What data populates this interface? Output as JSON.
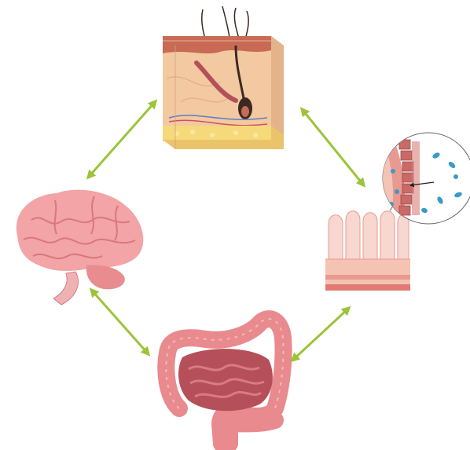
{
  "diagram": {
    "organs": [
      {
        "id": "skin",
        "icon": "skin-cross-section-icon"
      },
      {
        "id": "intestinal-mucosa",
        "icon": "intestinal-villi-icon"
      },
      {
        "id": "microbiota-inset",
        "icon": "bacteria-magnifier-icon"
      },
      {
        "id": "gut",
        "icon": "intestine-icon"
      },
      {
        "id": "brain",
        "icon": "brain-icon"
      }
    ],
    "connections": [
      {
        "from": "skin",
        "to": "intestinal-mucosa",
        "type": "bidirectional"
      },
      {
        "from": "intestinal-mucosa",
        "to": "gut",
        "type": "bidirectional"
      },
      {
        "from": "gut",
        "to": "brain",
        "type": "bidirectional"
      },
      {
        "from": "brain",
        "to": "skin",
        "type": "bidirectional"
      }
    ],
    "colors": {
      "arrow": "#9cc43a",
      "skin_epidermis": "#e8b48a",
      "skin_dermis": "#f2c9a0",
      "hair": "#3a2a22",
      "fat": "#f6d97a",
      "brain": "#f2a4a6",
      "brain_fold": "#d9787e",
      "intestine": "#e88a8e",
      "small_intestine": "#b5505a",
      "villi": "#f7d7cf",
      "bacteria": "#3a9bc4"
    }
  }
}
